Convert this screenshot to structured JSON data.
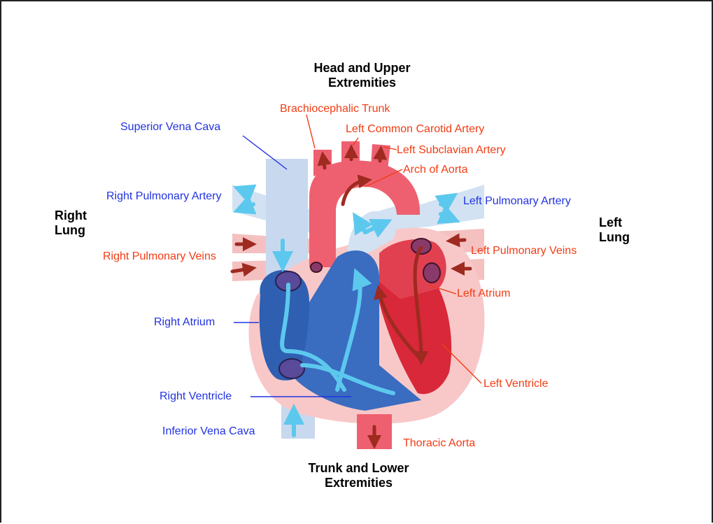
{
  "colors": {
    "deoxygenated_label": "#2233e0",
    "oxygenated_label": "#f23c14",
    "deoxygenated_vessel": "#c8d8ee",
    "oxygenated_vessel": "#ee6070",
    "right_heart": "#2f5fb0",
    "left_heart": "#d8283a",
    "heart_wall": "#f8c8c8",
    "flow_blue": "#5cc8ee",
    "flow_red": "#9e2a20"
  },
  "regions": {
    "head_upper": "Head and Upper Extremities",
    "trunk_lower": "Trunk and Lower Extremities",
    "right_lung": "Right Lung",
    "left_lung": "Left Lung"
  },
  "labels": {
    "superior_vena_cava": "Superior Vena Cava",
    "right_pulmonary_artery": "Right Pulmonary Artery",
    "right_pulmonary_veins": "Right Pulmonary Veins",
    "right_atrium": "Right Atrium",
    "right_ventricle": "Right Ventricle",
    "inferior_vena_cava": "Inferior Vena Cava",
    "brachiocephalic_trunk": "Brachiocephalic Trunk",
    "left_common_carotid": "Left Common Carotid Artery",
    "left_subclavian": "Left Subclavian Artery",
    "arch_of_aorta": "Arch of Aorta",
    "left_pulmonary_artery": "Left Pulmonary Artery",
    "left_pulmonary_veins": "Left Pulmonary Veins",
    "left_atrium": "Left Atrium",
    "left_ventricle": "Left Ventricle",
    "thoracic_aorta": "Thoracic Aorta"
  }
}
